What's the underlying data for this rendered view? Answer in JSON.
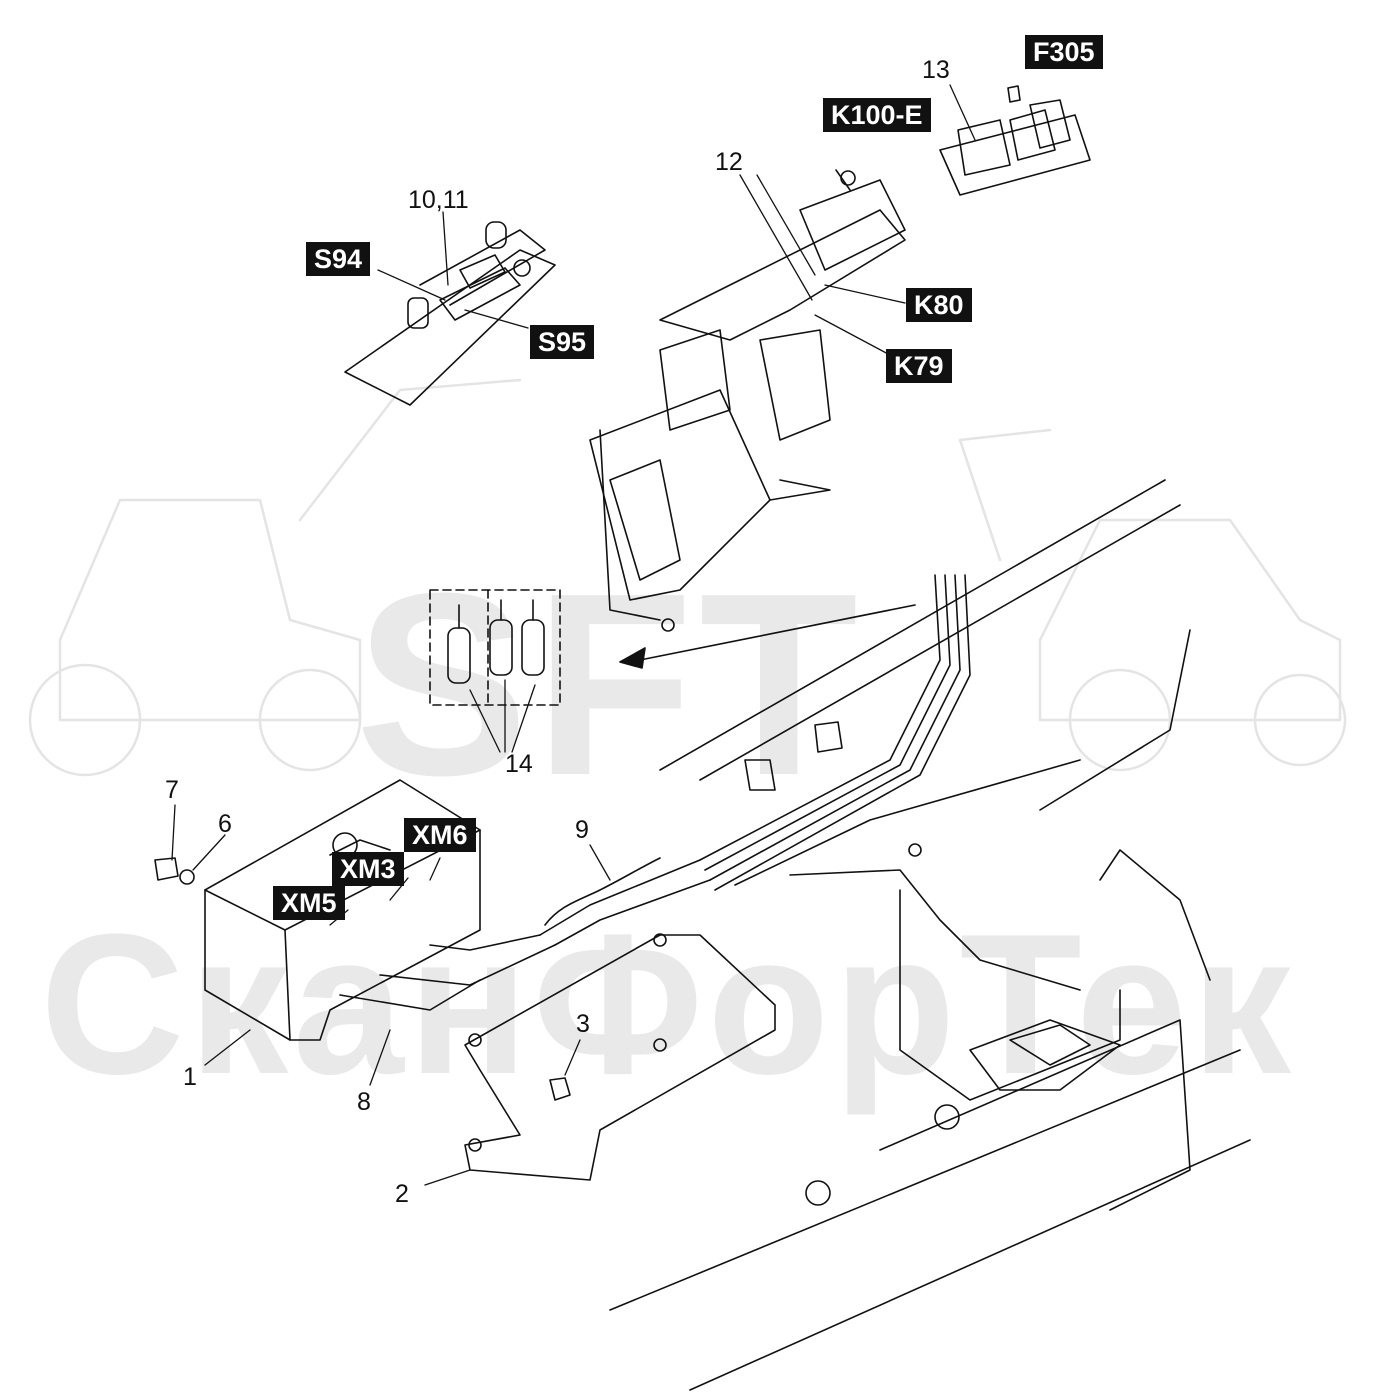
{
  "watermark": {
    "logo": "SFT",
    "name": "СканФорТек"
  },
  "callouts": {
    "n1": "1",
    "n2": "2",
    "n3": "3",
    "n6": "6",
    "n7": "7",
    "n8": "8",
    "n9": "9",
    "n10_11": "10,11",
    "n12": "12",
    "n13": "13",
    "n14": "14"
  },
  "tags": {
    "f305": "F305",
    "k100e": "K100-E",
    "s94": "S94",
    "s95": "S95",
    "k80": "K80",
    "k79": "K79",
    "xm6": "XM6",
    "xm3": "XM3",
    "xm5": "XM5"
  },
  "colors": {
    "line": "#111111",
    "tag_bg": "#111111",
    "tag_text": "#ffffff",
    "watermark": "#e9e9e9"
  }
}
